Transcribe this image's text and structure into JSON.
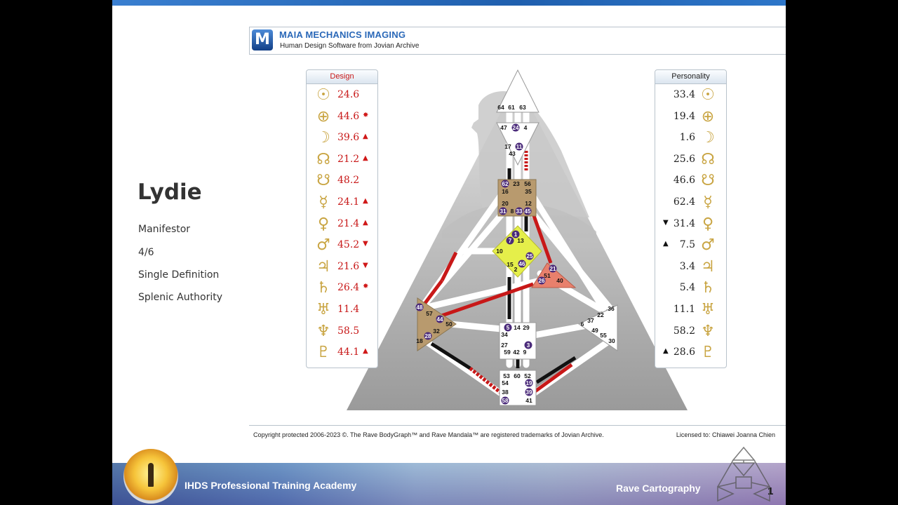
{
  "header": {
    "logo_letter": "M",
    "brand": "MAIA MECHANICS IMAGING",
    "subtitle": "Human Design Software from Jovian Archive"
  },
  "person": {
    "name": "Lydie",
    "type": "Manifestor",
    "profile": "4/6",
    "definition": "Single Definition",
    "authority": "Splenic Authority"
  },
  "design": {
    "title": "Design",
    "rows": [
      {
        "planet_icon": "sun-icon",
        "glyph": "☉",
        "value": "24.6",
        "mark": ""
      },
      {
        "planet_icon": "earth-icon",
        "glyph": "⊕",
        "value": "44.6",
        "mark": "✸"
      },
      {
        "planet_icon": "moon-icon",
        "glyph": "☽",
        "value": "39.6",
        "mark": "▲"
      },
      {
        "planet_icon": "north-node-icon",
        "glyph": "☊",
        "value": "21.2",
        "mark": "▲"
      },
      {
        "planet_icon": "south-node-icon",
        "glyph": "☋",
        "value": "48.2",
        "mark": ""
      },
      {
        "planet_icon": "mercury-icon",
        "glyph": "☿",
        "value": "24.1",
        "mark": "▲"
      },
      {
        "planet_icon": "venus-icon",
        "glyph": "♀",
        "value": "21.4",
        "mark": "▲"
      },
      {
        "planet_icon": "mars-icon",
        "glyph": "♂",
        "value": "45.2",
        "mark": "▼"
      },
      {
        "planet_icon": "jupiter-icon",
        "glyph": "♃",
        "value": "21.6",
        "mark": "▼"
      },
      {
        "planet_icon": "saturn-icon",
        "glyph": "♄",
        "value": "26.4",
        "mark": "✸"
      },
      {
        "planet_icon": "uranus-icon",
        "glyph": "♅",
        "value": "11.4",
        "mark": ""
      },
      {
        "planet_icon": "neptune-icon",
        "glyph": "♆",
        "value": "58.5",
        "mark": ""
      },
      {
        "planet_icon": "pluto-icon",
        "glyph": "♇",
        "value": "44.1",
        "mark": "▲"
      }
    ]
  },
  "personality": {
    "title": "Personality",
    "rows": [
      {
        "planet_icon": "sun-icon",
        "glyph": "☉",
        "value": "33.4",
        "mark": ""
      },
      {
        "planet_icon": "earth-icon",
        "glyph": "⊕",
        "value": "19.4",
        "mark": ""
      },
      {
        "planet_icon": "moon-icon",
        "glyph": "☽",
        "value": "1.6",
        "mark": ""
      },
      {
        "planet_icon": "north-node-icon",
        "glyph": "☊",
        "value": "25.6",
        "mark": ""
      },
      {
        "planet_icon": "south-node-icon",
        "glyph": "☋",
        "value": "46.6",
        "mark": ""
      },
      {
        "planet_icon": "mercury-icon",
        "glyph": "☿",
        "value": "62.4",
        "mark": ""
      },
      {
        "planet_icon": "venus-icon",
        "glyph": "♀",
        "value": "31.4",
        "mark": "▼"
      },
      {
        "planet_icon": "mars-icon",
        "glyph": "♂",
        "value": "7.5",
        "mark": "▲"
      },
      {
        "planet_icon": "jupiter-icon",
        "glyph": "♃",
        "value": "3.4",
        "mark": ""
      },
      {
        "planet_icon": "saturn-icon",
        "glyph": "♄",
        "value": "5.4",
        "mark": ""
      },
      {
        "planet_icon": "uranus-icon",
        "glyph": "♅",
        "value": "11.1",
        "mark": ""
      },
      {
        "planet_icon": "neptune-icon",
        "glyph": "♆",
        "value": "58.2",
        "mark": ""
      },
      {
        "planet_icon": "pluto-icon",
        "glyph": "♇",
        "value": "28.6",
        "mark": "▲"
      }
    ]
  },
  "bodygraph": {
    "gates": {
      "head": [
        "64",
        "61",
        "63"
      ],
      "ajna": [
        "47",
        "24",
        "4",
        "17",
        "11",
        "43"
      ],
      "throat": [
        "62",
        "23",
        "56",
        "16",
        "35",
        "20",
        "12",
        "31",
        "8",
        "33",
        "45"
      ],
      "g": [
        "1",
        "7",
        "13",
        "10",
        "25",
        "15",
        "46",
        "2"
      ],
      "ego": [
        "21",
        "51",
        "26",
        "40"
      ],
      "spleen": [
        "48",
        "57",
        "44",
        "50",
        "32",
        "28",
        "18"
      ],
      "sacral": [
        "5",
        "14",
        "29",
        "34",
        "27",
        "59",
        "42",
        "3",
        "9"
      ],
      "solar_plexus": [
        "36",
        "22",
        "37",
        "6",
        "49",
        "55",
        "30"
      ],
      "root": [
        "53",
        "60",
        "52",
        "54",
        "19",
        "38",
        "39",
        "58",
        "41"
      ]
    },
    "active_gates": [
      "24",
      "11",
      "62",
      "31",
      "33",
      "45",
      "1",
      "7",
      "25",
      "46",
      "21",
      "26",
      "48",
      "44",
      "28",
      "5",
      "3",
      "19",
      "39",
      "58"
    ]
  },
  "footer": {
    "copyright": "Copyright protected 2006-2023 ©. The Rave BodyGraph™ and Rave Mandala™ are registered trademarks of Jovian Archive.",
    "license": "Licensed to: Chiawei Joanna Chien",
    "academy": "IHDS Professional Training Academy",
    "section": "Rave Cartography",
    "slide_number": "1"
  },
  "colors": {
    "design_red": "#c81818",
    "planet_gold": "#c9a543",
    "active_gate_purple": "#4a2a7a",
    "defined_throat": "#b89a6e",
    "defined_g": "#e5ef4a",
    "defined_ego": "#e8806c"
  }
}
